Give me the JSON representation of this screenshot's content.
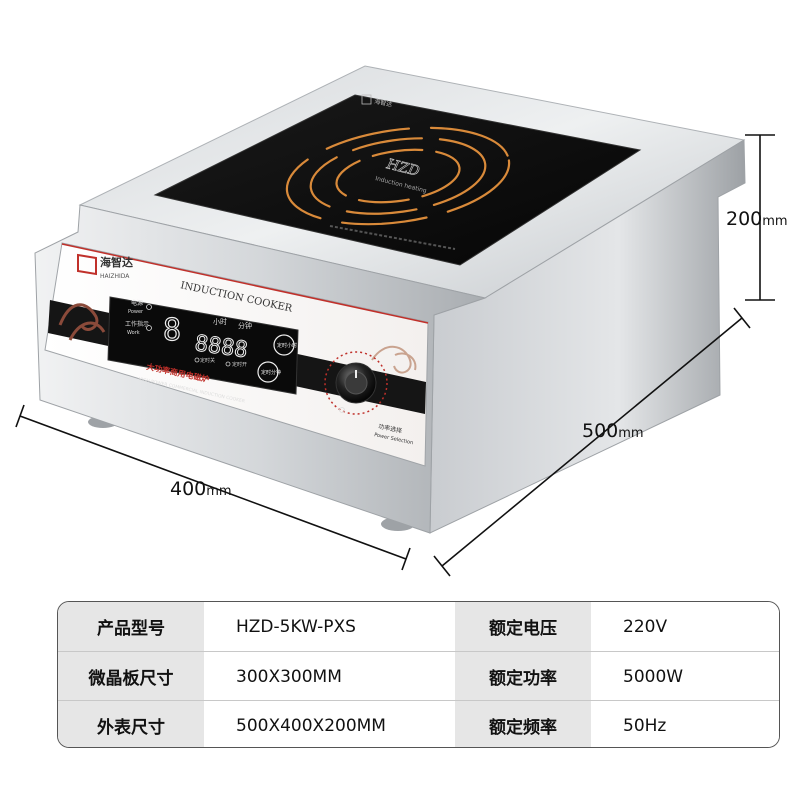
{
  "product": {
    "brand_cn": "海智达",
    "brand_en": "HAIZHIDA",
    "panel_title": "INDUCTION COOKER",
    "glass_logo": "HZD",
    "glass_subtitle": "Induction heating",
    "top_brand": "海智达",
    "power_label_cn": "电源",
    "power_label_en": "Power",
    "work_label_cn": "工作指示",
    "work_label_en": "Work",
    "hour_label": "小时",
    "minute_label": "分钟",
    "timer_on_label": "定时关",
    "timer_off_label": "定时开",
    "btn_hour": "定时小时",
    "btn_min": "定时分钟",
    "slogan_cn": "大功率商用电磁炉",
    "slogan_en": "HIGH POWER COMMERCIAL INDUCTION COOKER",
    "knob_label_cn": "功率选择",
    "knob_label_en": "Power Selection",
    "display_digit": "8",
    "display_time": "8888"
  },
  "dimensions": {
    "height": {
      "value": "200",
      "unit": "mm"
    },
    "depth": {
      "value": "500",
      "unit": "mm"
    },
    "width": {
      "value": "400",
      "unit": "mm"
    }
  },
  "specs": {
    "rows": [
      {
        "label1": "产品型号",
        "value1": "HZD-5KW-PXS",
        "label2": "额定电压",
        "value2": "220V"
      },
      {
        "label1": "微晶板尺寸",
        "value1": "300X300MM",
        "label2": "额定功率",
        "value2": "5000W"
      },
      {
        "label1": "外表尺寸",
        "value1": "500X400X200MM",
        "label2": "额定频率",
        "value2": "50Hz"
      }
    ]
  },
  "colors": {
    "steel_light": "#e4e6e8",
    "steel_mid": "#b9bdc1",
    "steel_dark": "#8d9195",
    "glass": "#111111",
    "coil": "#d98a3a",
    "accent_red": "#c0302a"
  }
}
